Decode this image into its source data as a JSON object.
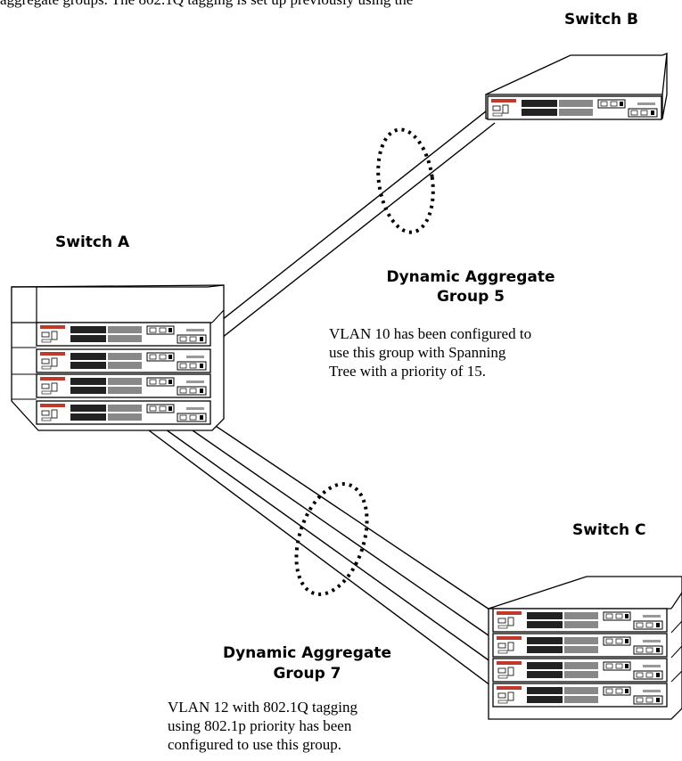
{
  "header_fragment": "aggregate groups. The 802.1Q tagging is set up previously using the",
  "switches": {
    "a": {
      "label": "Switch A"
    },
    "b": {
      "label": "Switch B"
    },
    "c": {
      "label": "Switch C"
    }
  },
  "groups": {
    "group5": {
      "title_line1": "Dynamic Aggregate",
      "title_line2": "Group 5",
      "desc_lines": [
        "VLAN 10 has been configured to",
        "use this group with Spanning",
        "Tree with a priority of 15."
      ]
    },
    "group7": {
      "title_line1": "Dynamic Aggregate",
      "title_line2": "Group 7",
      "desc_lines": [
        "VLAN 12 with 802.1Q tagging",
        "using 802.1p priority has been",
        "configured to use this group."
      ]
    }
  }
}
